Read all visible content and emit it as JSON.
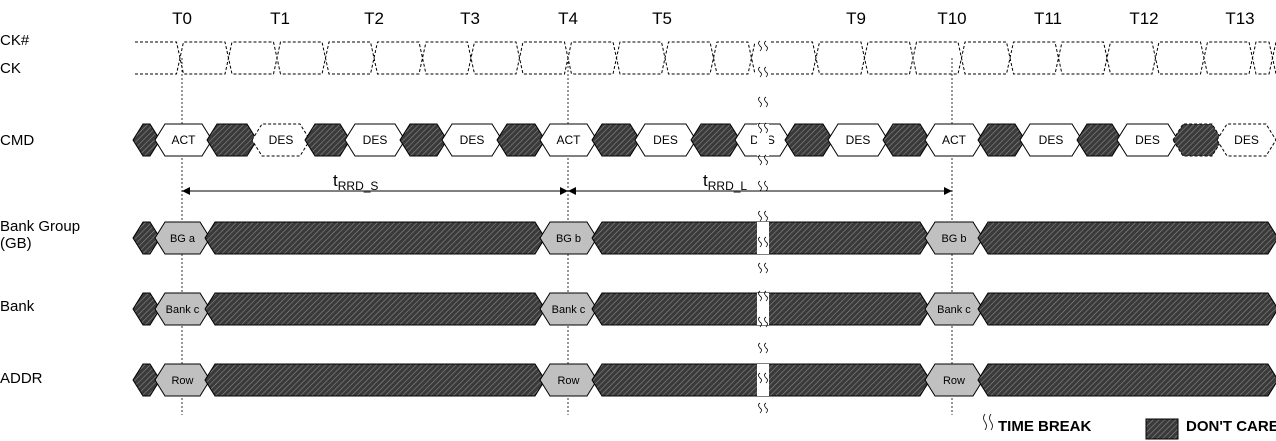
{
  "clock": {
    "ticks": [
      "T0",
      "T1",
      "T2",
      "T3",
      "T4",
      "T5",
      "T9",
      "T10",
      "T11",
      "T12",
      "T13"
    ],
    "labels": {
      "ck_n": "CK#",
      "ck": "CK"
    }
  },
  "signals": {
    "cmd": "CMD",
    "bank_group_line1": "Bank Group",
    "bank_group_line2": "(GB)",
    "bank": "Bank",
    "addr": "ADDR"
  },
  "cmd_values": [
    "ACT",
    "DES",
    "DES",
    "DES",
    "ACT",
    "DES",
    "DES",
    "DES",
    "ACT",
    "DES",
    "DES",
    "DES"
  ],
  "bank_group_values": [
    "BG a",
    "BG b",
    "BG b"
  ],
  "bank_values": [
    "Bank c",
    "Bank c",
    "Bank c"
  ],
  "addr_values": [
    "Row",
    "Row",
    "Row"
  ],
  "timing": {
    "trrd_s": {
      "base": "t",
      "sub": "RRD_S"
    },
    "trrd_l": {
      "base": "t",
      "sub": "RRD_L"
    }
  },
  "legend": {
    "time_break": "TIME BREAK",
    "dont_care": "DON'T CARE"
  }
}
